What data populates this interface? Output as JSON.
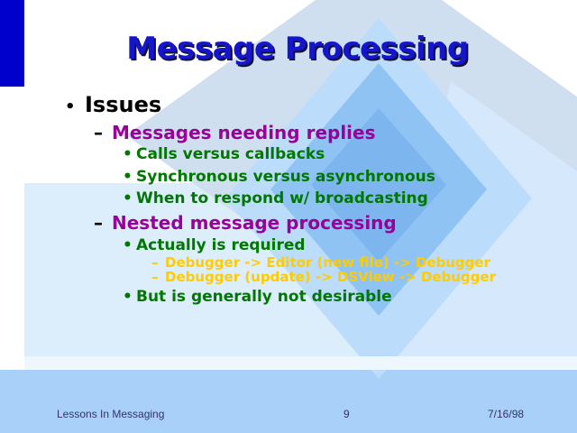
{
  "title": "Message Processing",
  "outline": {
    "level1": {
      "marker": "•",
      "text": "Issues"
    },
    "sub1": {
      "marker": "–",
      "text": "Messages needing replies",
      "items": [
        {
          "marker": "•",
          "text": "Calls versus callbacks"
        },
        {
          "marker": "•",
          "text": "Synchronous versus asynchronous"
        },
        {
          "marker": "•",
          "text": "When to respond w/ broadcasting"
        }
      ]
    },
    "sub2": {
      "marker": "–",
      "text": "Nested message processing",
      "item_a": {
        "marker": "•",
        "text": "Actually is required"
      },
      "examples": [
        {
          "marker": "–",
          "text": "Debugger -> Editor (new file) -> Debugger"
        },
        {
          "marker": "–",
          "text": "Debugger (update) -> DSView -> Debugger"
        }
      ],
      "item_b": {
        "marker": "•",
        "text": "But is generally not desirable"
      }
    }
  },
  "footer": {
    "left": "Lessons In Messaging",
    "center": "9",
    "right": "7/16/98"
  },
  "colors": {
    "title": "#1515cc",
    "level2": "#990099",
    "level3": "#007700",
    "level4": "#ffcc00",
    "accent": "#0000cc"
  }
}
